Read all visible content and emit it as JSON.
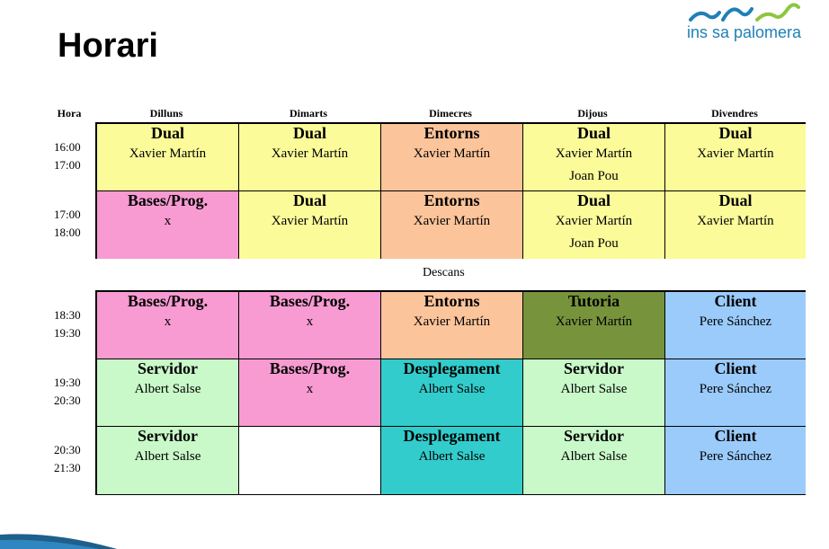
{
  "page": {
    "title": "Horari"
  },
  "logo": {
    "text": "ins sa palomera",
    "color": "#1f7fb8"
  },
  "table": {
    "hora_label": "Hora",
    "days": [
      "Dilluns",
      "Dimarts",
      "Dimecres",
      "Dijous",
      "Divendres"
    ],
    "break_label": "Descans",
    "colors": {
      "Dual": "#fbfb9a",
      "Bases/Prog.": "#f79bd2",
      "Entorns": "#fbc49a",
      "Tutoria": "#77933c",
      "Client": "#9acbfb",
      "Servidor": "#c9f9c9",
      "Desplegament": "#33cccc"
    },
    "rows": [
      {
        "time_start": "16:00",
        "time_end": "17:00",
        "cells": [
          {
            "subject": "Dual",
            "teachers": [
              "Xavier Martín"
            ]
          },
          {
            "subject": "Dual",
            "teachers": [
              "Xavier Martín"
            ]
          },
          {
            "subject": "Entorns",
            "teachers": [
              "Xavier Martín"
            ]
          },
          {
            "subject": "Dual",
            "teachers": [
              "Xavier Martín",
              "Joan Pou"
            ]
          },
          {
            "subject": "Dual",
            "teachers": [
              "Xavier Martín"
            ]
          }
        ]
      },
      {
        "time_start": "17:00",
        "time_end": "18:00",
        "cells": [
          {
            "subject": "Bases/Prog.",
            "teachers": [
              "x"
            ]
          },
          {
            "subject": "Dual",
            "teachers": [
              "Xavier Martín"
            ]
          },
          {
            "subject": "Entorns",
            "teachers": [
              "Xavier Martín"
            ]
          },
          {
            "subject": "Dual",
            "teachers": [
              "Xavier Martín",
              "Joan Pou"
            ]
          },
          {
            "subject": "Dual",
            "teachers": [
              "Xavier Martín"
            ]
          }
        ]
      },
      {
        "time_start": "18:30",
        "time_end": "19:30",
        "cells": [
          {
            "subject": "Bases/Prog.",
            "teachers": [
              "x"
            ]
          },
          {
            "subject": "Bases/Prog.",
            "teachers": [
              "x"
            ]
          },
          {
            "subject": "Entorns",
            "teachers": [
              "Xavier Martín"
            ]
          },
          {
            "subject": "Tutoria",
            "teachers": [
              "Xavier Martín"
            ]
          },
          {
            "subject": "Client",
            "teachers": [
              "Pere Sánchez"
            ]
          }
        ]
      },
      {
        "time_start": "19:30",
        "time_end": "20:30",
        "cells": [
          {
            "subject": "Servidor",
            "teachers": [
              "Albert Salse"
            ]
          },
          {
            "subject": "Bases/Prog.",
            "teachers": [
              "x"
            ]
          },
          {
            "subject": "Desplegament",
            "teachers": [
              "Albert Salse"
            ]
          },
          {
            "subject": "Servidor",
            "teachers": [
              "Albert Salse"
            ]
          },
          {
            "subject": "Client",
            "teachers": [
              "Pere Sánchez"
            ]
          }
        ]
      },
      {
        "time_start": "20:30",
        "time_end": "21:30",
        "cells": [
          {
            "subject": "Servidor",
            "teachers": [
              "Albert Salse"
            ]
          },
          {
            "subject": "",
            "teachers": []
          },
          {
            "subject": "Desplegament",
            "teachers": [
              "Albert Salse"
            ]
          },
          {
            "subject": "Servidor",
            "teachers": [
              "Albert Salse"
            ]
          },
          {
            "subject": "Client",
            "teachers": [
              "Pere Sánchez"
            ]
          }
        ]
      }
    ]
  }
}
